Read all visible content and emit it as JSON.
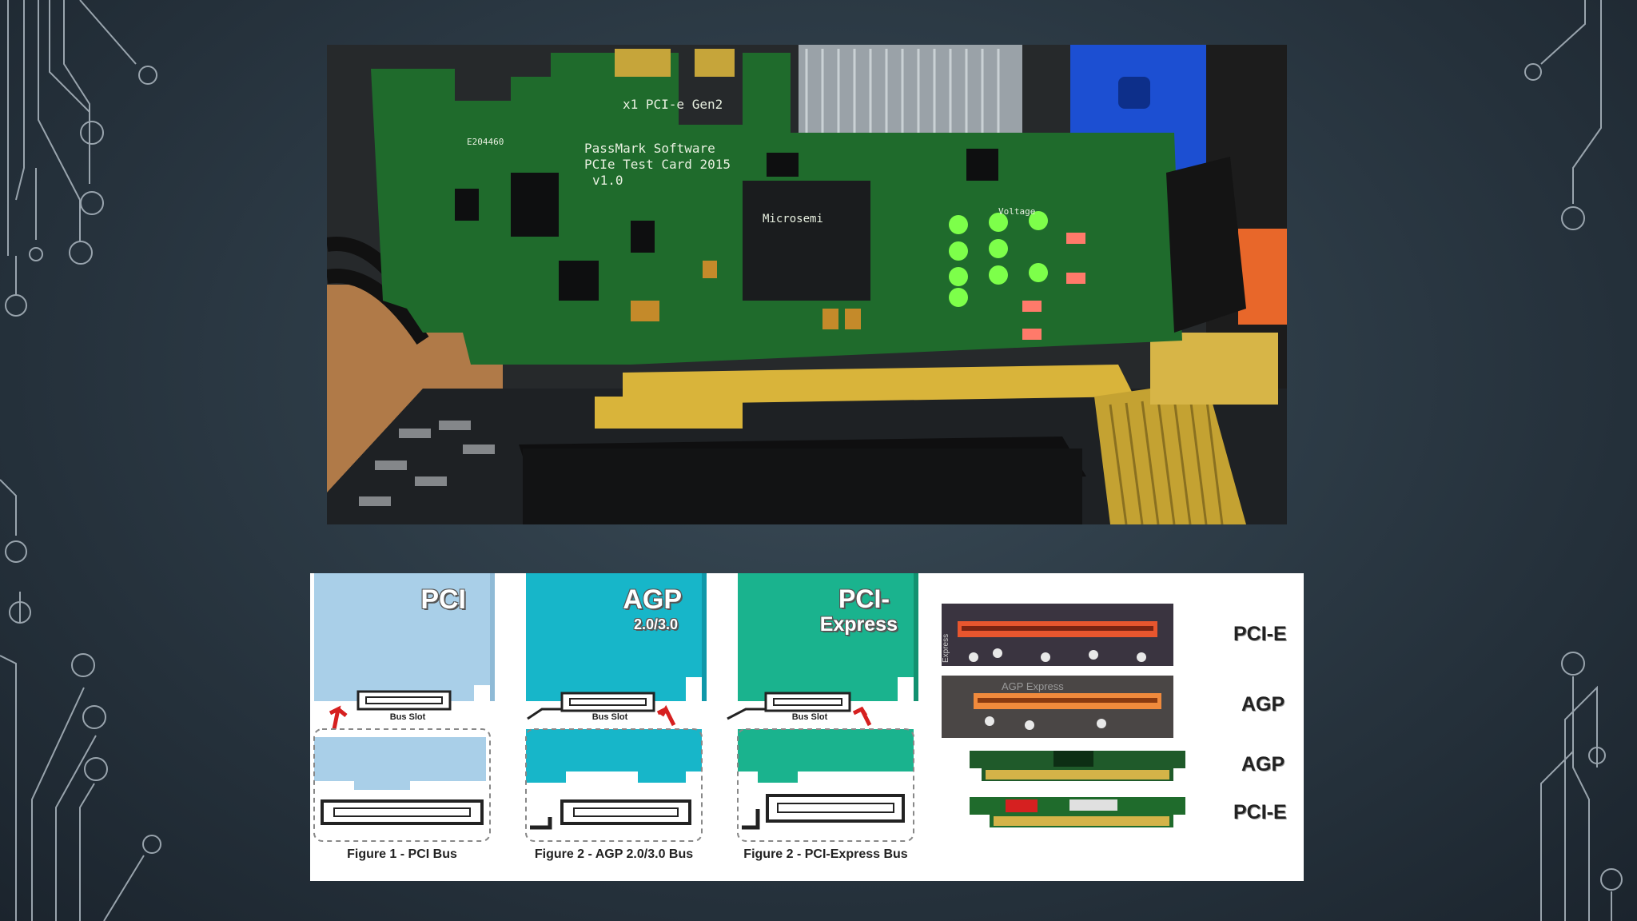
{
  "photo": {
    "pcb_text": [
      "x1 PCI-e Gen2",
      "PassMark Software",
      "PCIe Test Card 2015",
      "v1.0",
      "Microsemi",
      "E204460",
      "Voltage"
    ]
  },
  "diagram": {
    "figures": [
      {
        "card_label": "PCI",
        "card_sublabel": "",
        "slot_label": "Bus Slot",
        "caption": "Figure 1 - PCI Bus",
        "color": "#a9cfe8"
      },
      {
        "card_label": "AGP",
        "card_sublabel": "2.0/3.0",
        "slot_label": "Bus Slot",
        "caption": "Figure 2 - AGP 2.0/3.0 Bus",
        "color": "#17b6c9"
      },
      {
        "card_label": "PCI-",
        "card_sublabel": "Express",
        "slot_label": "Bus Slot",
        "caption": "Figure 2 - PCI-Express Bus",
        "color": "#1ab38e"
      }
    ],
    "comparisons": [
      {
        "label": "PCI-E",
        "kind": "slot",
        "slot_color": "#e8562e"
      },
      {
        "label": "AGP",
        "kind": "slot",
        "slot_color": "#f08a3c"
      },
      {
        "label": "AGP",
        "kind": "card"
      },
      {
        "label": "PCI-E",
        "kind": "card"
      }
    ],
    "board_text": [
      "Express",
      "AGP Express"
    ]
  },
  "colors": {
    "pcb_green": "#1f6b2c",
    "slot_yellow": "#d9b43a",
    "led_green": "#7dff4a",
    "led_red": "#ff7a6a"
  }
}
